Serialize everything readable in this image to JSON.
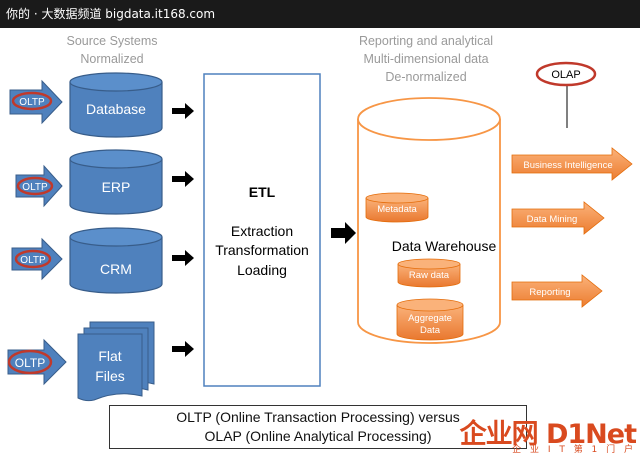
{
  "topbar": {
    "text": "你的 · 大数据频道 bigdata.it168.com"
  },
  "source_header": {
    "line1": "Source Systems",
    "line2": "Normalized"
  },
  "reporting_header": {
    "line1": "Reporting and analytical",
    "line2": "Multi-dimensional data",
    "line3": "De-normalized"
  },
  "olap_tag": "OLAP",
  "sources": [
    {
      "tag": "OLTP",
      "line1": "Database",
      "line2": ""
    },
    {
      "tag": "OLTP",
      "line1": "ERP",
      "line2": ""
    },
    {
      "tag": "OLTP",
      "line1": "CRM",
      "line2": ""
    },
    {
      "tag": "OLTP",
      "line1": "Flat",
      "line2": "Files"
    }
  ],
  "etl": {
    "title": "ETL",
    "line1": "Extraction",
    "line2": "Transformation",
    "line3": "Loading"
  },
  "warehouse": {
    "label": "Data Warehouse",
    "metadata": "Metadata",
    "raw": "Raw data",
    "aggregate_line1": "Aggregate",
    "aggregate_line2": "Data"
  },
  "outputs": [
    "Business Intelligence",
    "Data Mining",
    "Reporting"
  ],
  "caption": {
    "line1": "OLTP (Online Transaction Processing) versus",
    "line2": "OLAP (Online Analytical Processing)"
  },
  "watermark": {
    "main": "企业网 D1Net",
    "sub": "企 业 I T 第 1 门 户"
  },
  "colors": {
    "db_blue": "#4f81bd",
    "db_border": "#385d8a",
    "oltp_red": "#c0392b",
    "warehouse_orange": "#f79646",
    "text_gray": "#9a9a9a"
  }
}
